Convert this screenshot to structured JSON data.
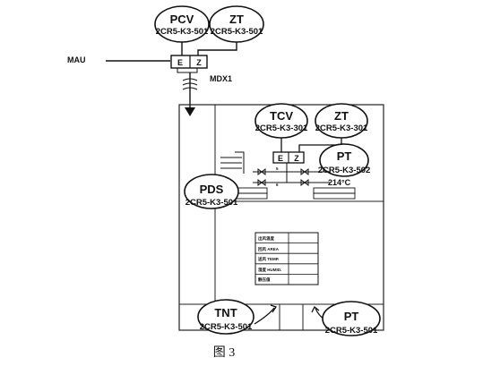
{
  "instruments": {
    "pcv": {
      "tag": "PCV",
      "code": "2CR5-K3-501"
    },
    "zt_top": {
      "tag": "ZT",
      "code": "2CR5-K3-501"
    },
    "tcv": {
      "tag": "TCV",
      "code": "2CR5-K3-301"
    },
    "zt_mid": {
      "tag": "ZT",
      "code": "2CR5-K3-301"
    },
    "pt_upper": {
      "tag": "PT",
      "code": "2CR5-K3-502"
    },
    "pds": {
      "tag": "PDS",
      "code": "2CR5-K3-501"
    },
    "tnt": {
      "tag": "TNT",
      "code": "2CR5-K3-501"
    },
    "pt_lower": {
      "tag": "PT",
      "code": "2CR5-K3-501"
    }
  },
  "labels": {
    "mau": "MAU",
    "mdx": "MDX1",
    "actuator_e": "E",
    "actuator_z": "Z",
    "actuator_e2": "E",
    "actuator_z2": "Z",
    "temp": "214°C",
    "sub_a": "5",
    "sub_b": "6"
  },
  "panel_rows": [
    "出风温度",
    "回风 AREA",
    "送风 TEMP.",
    "湿度 HUMID.",
    "静压值"
  ],
  "caption": "图 3"
}
